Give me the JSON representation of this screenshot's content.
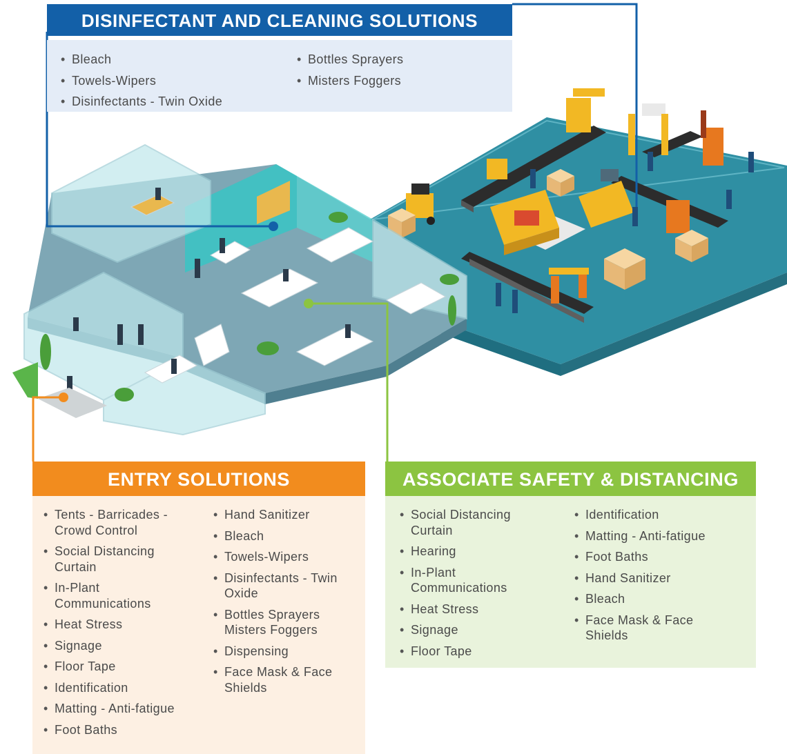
{
  "colors": {
    "blue": "#1360a8",
    "blue_light": "#e4ecf7",
    "orange": "#f28c1e",
    "orange_light": "#fdf0e3",
    "green": "#8cc441",
    "green_light": "#e9f3dc",
    "floor_teal": "#3196a8",
    "floor_office": "#7ea7b5",
    "glass": "#bfe8ec"
  },
  "panels": {
    "disinfectant": {
      "title": "DISINFECTANT AND CLEANING SOLUTIONS",
      "col1": [
        "Bleach",
        "Towels-Wipers",
        "Disinfectants - Twin Oxide"
      ],
      "col2": [
        "Bottles Sprayers",
        "Misters Foggers"
      ]
    },
    "entry": {
      "title": "ENTRY SOLUTIONS",
      "col1": [
        "Tents - Barricades - Crowd Control",
        "Social Distancing Curtain",
        "In-Plant Communications",
        "Heat Stress",
        "Signage",
        "Floor Tape",
        "Identification",
        "Matting - Anti-fatigue",
        "Foot Baths"
      ],
      "col2": [
        "Hand Sanitizer",
        "Bleach",
        "Towels-Wipers",
        "Disinfectants - Twin Oxide",
        "Bottles Sprayers Misters Foggers",
        "Dispensing",
        "Face Mask & Face Shields"
      ]
    },
    "associate": {
      "title": "ASSOCIATE SAFETY & DISTANCING",
      "col1": [
        "Social Distancing Curtain",
        "Hearing",
        "In-Plant Communications",
        "Heat Stress",
        "Signage",
        "Floor Tape"
      ],
      "col2": [
        "Identification",
        "Matting - Anti-fatigue",
        "Foot Baths",
        "Hand Sanitizer",
        "Bleach",
        "Face Mask & Face Shields"
      ]
    }
  }
}
